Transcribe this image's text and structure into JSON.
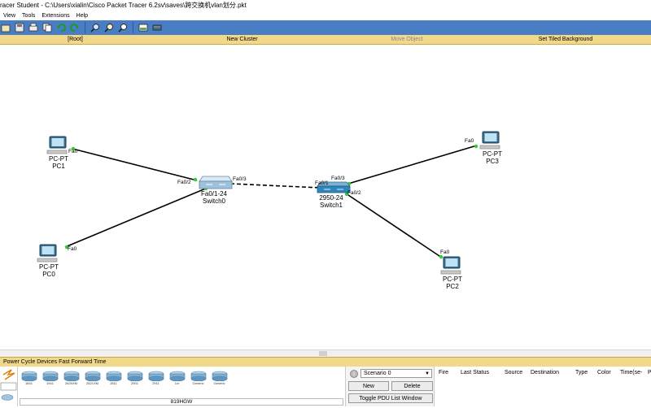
{
  "window": {
    "title": "racer Student - C:\\Users\\xialin\\Cisco Packet Tracer 6.2sv\\saves\\跨交换机vlan划分.pkt"
  },
  "menu": [
    "View",
    "Tools",
    "Extensions",
    "Help"
  ],
  "navbar": {
    "root": "[Root]",
    "new_cluster": "New Cluster",
    "move_object": "Move Object",
    "set_tiled_background": "Set Tiled Background"
  },
  "devices": {
    "pc1": {
      "type": "PC-PT",
      "name": "PC1",
      "port": "Fa0"
    },
    "pc0": {
      "type": "PC-PT",
      "name": "PC0",
      "port": "Fa0"
    },
    "pc3": {
      "type": "PC-PT",
      "name": "PC3",
      "port": "Fa0"
    },
    "pc2": {
      "type": "PC-PT",
      "name": "PC2",
      "port": "Fa0"
    },
    "switch0": {
      "model": "Fa0/1-24",
      "name": "Switch0",
      "port_pc1": "Fa0/2",
      "port_sw1": "Fa0/3"
    },
    "switch1": {
      "model": "2950-24",
      "name": "Switch1",
      "port_sw0": "Fa0/1",
      "port_pc3": "Fa0/3",
      "port_pc2": "Fa0/2"
    }
  },
  "realtime_bar": "Power Cycle Devices  Fast Forward Time",
  "device_list": {
    "items": [
      "1841",
      "1941",
      "2620XM",
      "2621XM",
      "2811",
      "2901",
      "2911",
      "1cr",
      "Generic",
      "Generic"
    ],
    "caption": "819HGW"
  },
  "scenario": {
    "selected": "Scenario 0",
    "new_label": "New",
    "delete_label": "Delete",
    "toggle_label": "Toggle PDU List Window"
  },
  "pdu_columns": [
    "Fire",
    "Last Status",
    "Source",
    "Destination",
    "Type",
    "Color",
    "Time(se-",
    "P"
  ],
  "colors": {
    "toolbar": "#4a7ec4",
    "bar": "#f2d98a",
    "link_dot": "#33cc33"
  }
}
